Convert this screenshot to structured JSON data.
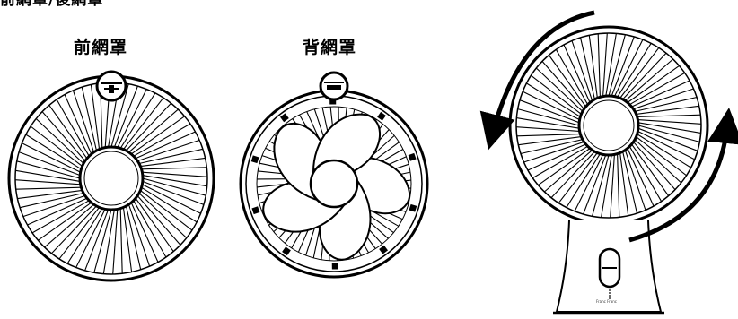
{
  "header": {
    "partial_heading": "前網罩/後網罩"
  },
  "labels": {
    "front_grille": "前網罩",
    "back_grille": "背網罩"
  },
  "fan_base": {
    "brand_text": "Franc Franc"
  },
  "colors": {
    "line": "#000000",
    "background": "#ffffff"
  },
  "icons": {
    "front_lock_detail": "lock-clip-icon",
    "back_lock_detail": "lock-clip-icon",
    "rotate_counterclockwise_arrow": "curved-arrow-icon",
    "rotate_clockwise_arrow": "curved-arrow-icon"
  }
}
